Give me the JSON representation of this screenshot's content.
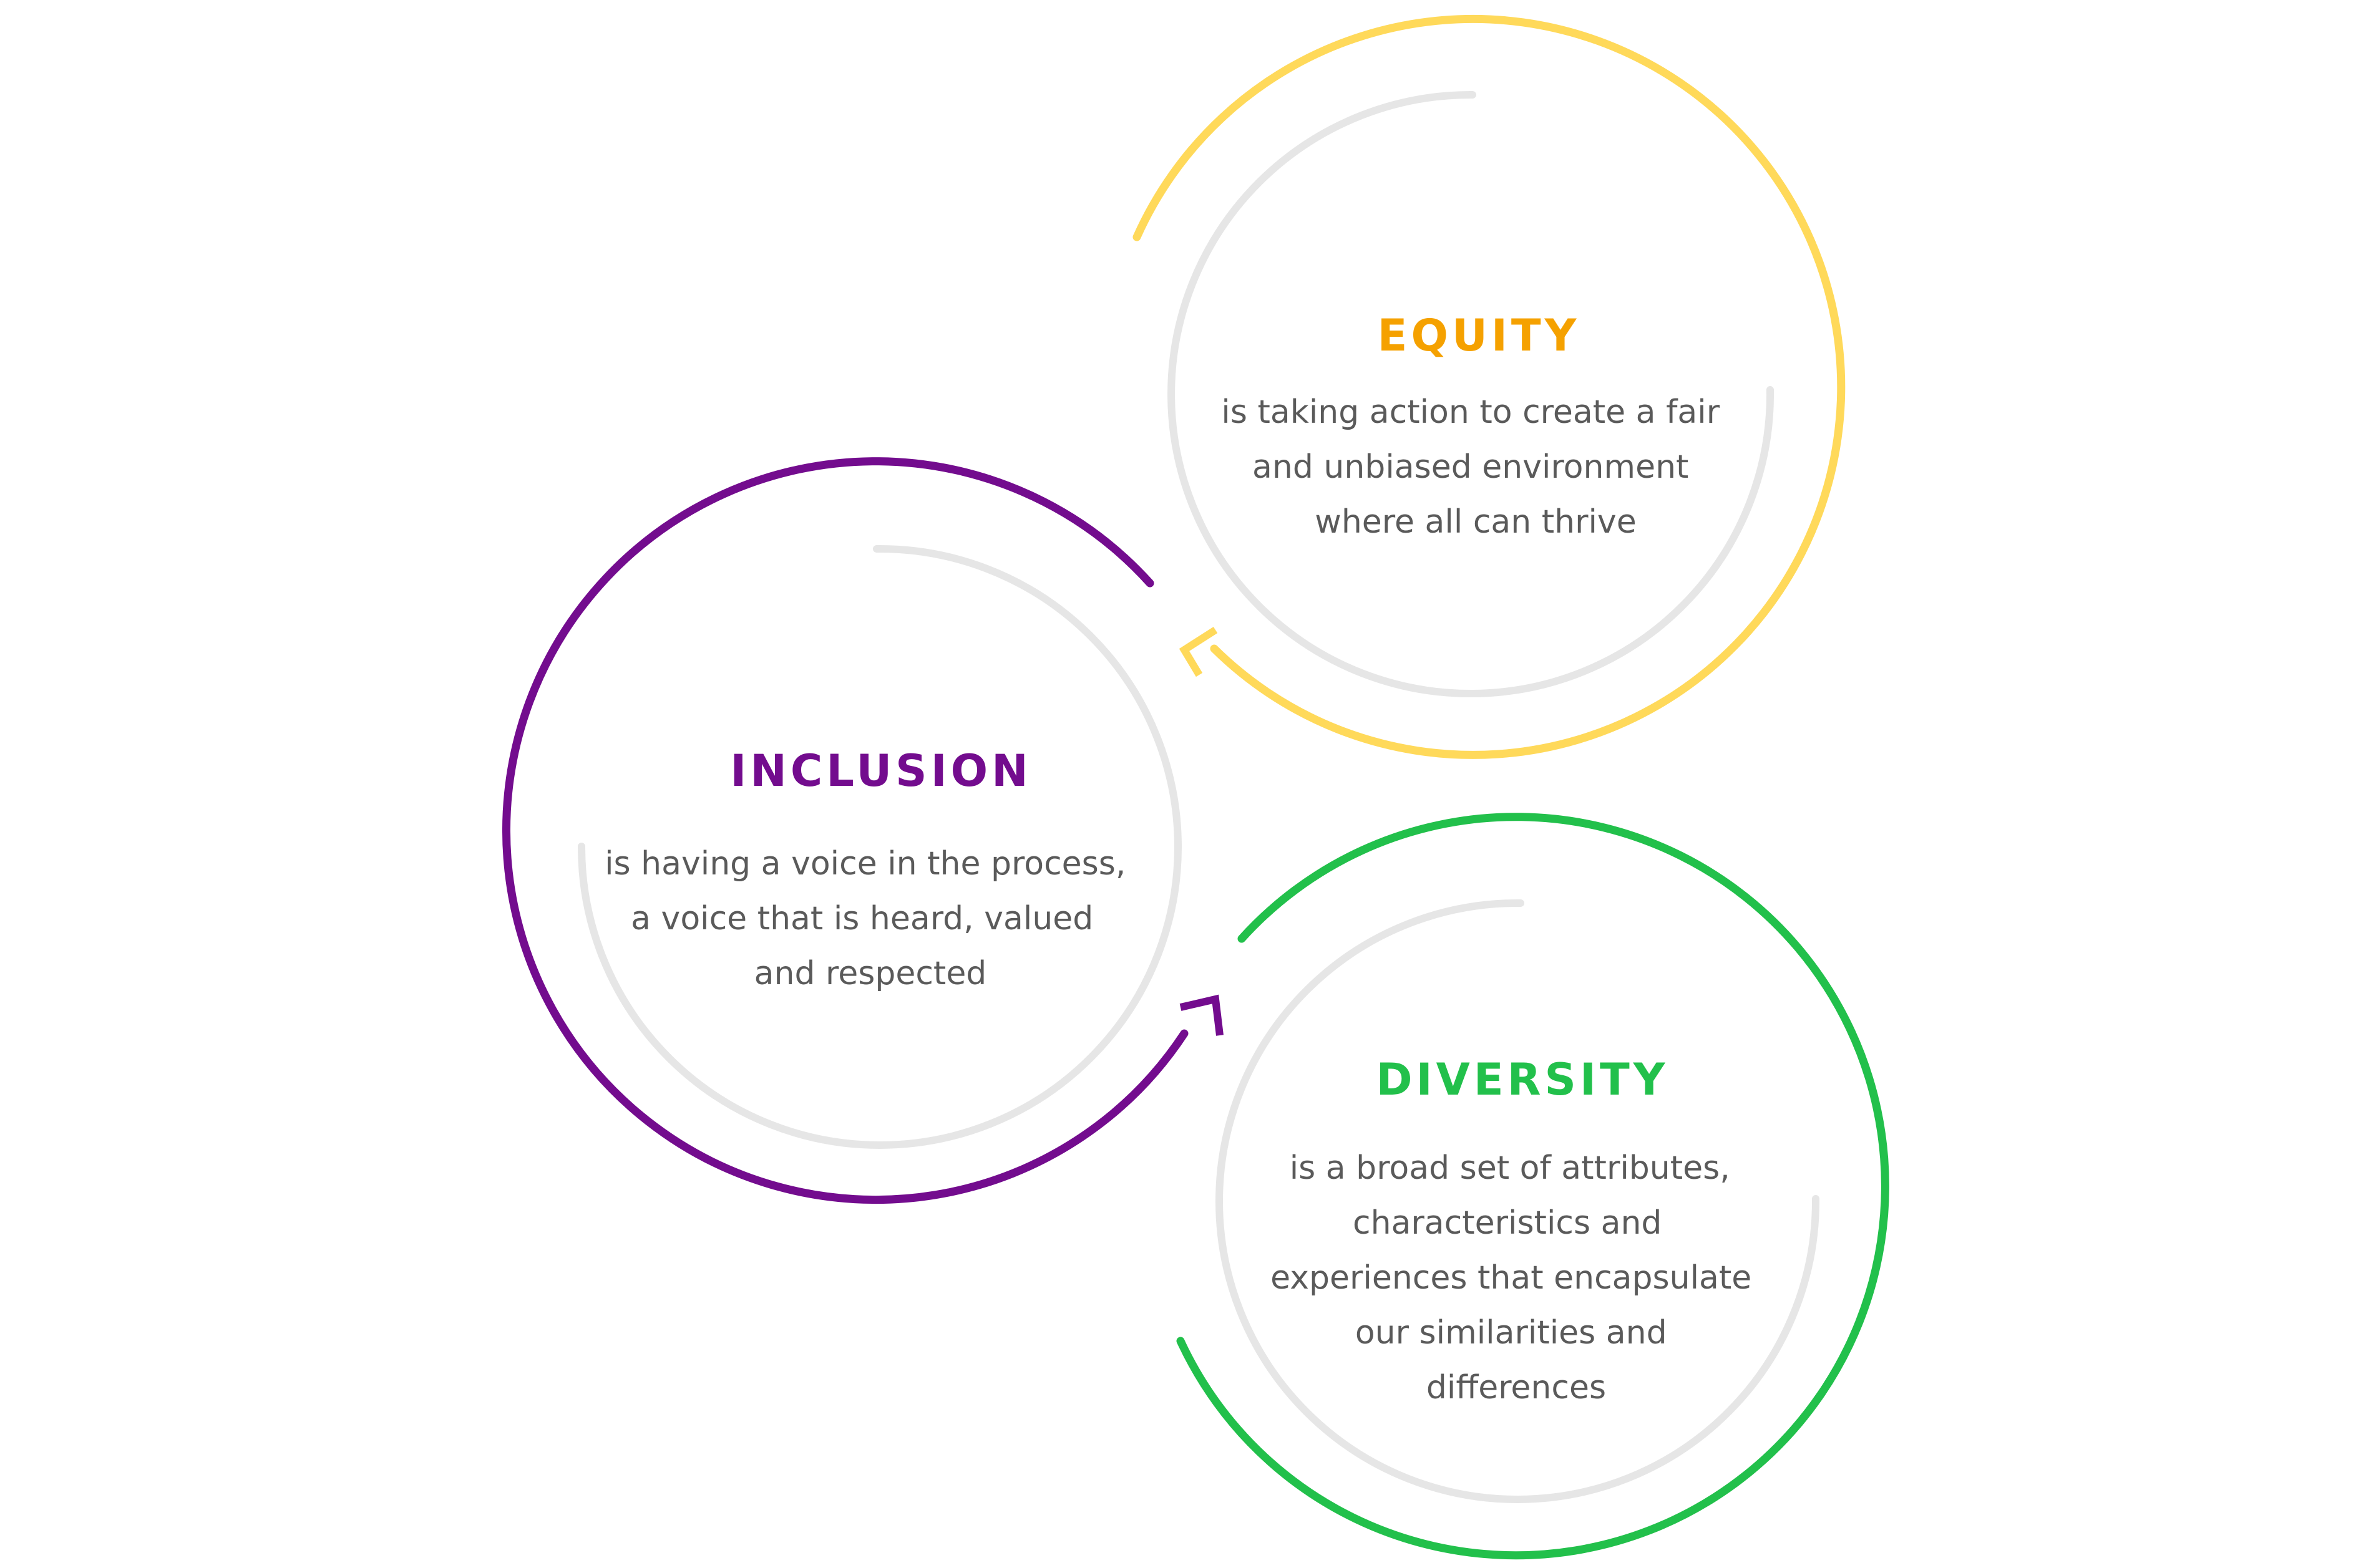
{
  "colors": {
    "equity": "#FFD95A",
    "equity_title": "#F5A100",
    "inclusion": "#730C8E",
    "diversity": "#22C04B",
    "inner_ring": "#E6E6E6",
    "body_text": "#5A5A5A"
  },
  "circles": [
    {
      "key": "equity",
      "title": "EQUITY",
      "lines": [
        "is taking action to create a fair",
        "and unbiased environment",
        "where all can thrive"
      ]
    },
    {
      "key": "inclusion",
      "title": "INCLUSION",
      "lines": [
        "is having a voice in the process,",
        "a voice that is heard, valued",
        "and respected"
      ]
    },
    {
      "key": "diversity",
      "title": "DIVERSITY",
      "lines": [
        "is a broad set of attributes,",
        "characteristics and",
        "experiences that encapsulate",
        "our similarities and",
        "differences"
      ]
    }
  ]
}
